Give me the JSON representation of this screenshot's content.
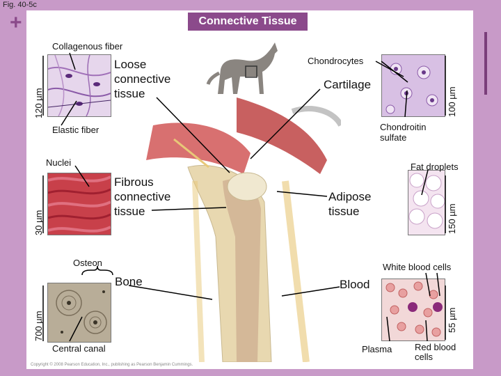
{
  "figure_label": "Fig. 40-5c",
  "plus_sign": "+",
  "title": "Connective Tissue",
  "loose": {
    "label_line1": "Loose",
    "label_line2": "connective",
    "label_line3": "tissue",
    "callout_top": "Collagenous fiber",
    "callout_bottom": "Elastic fiber",
    "scale": "120 µm"
  },
  "cartilage": {
    "label": "Cartilage",
    "callout_top": "Chondrocytes",
    "callout_bottom_line1": "Chondroitin",
    "callout_bottom_line2": "sulfate",
    "scale": "100 µm"
  },
  "fibrous": {
    "label_line1": "Fibrous",
    "label_line2": "connective",
    "label_line3": "tissue",
    "callout": "Nuclei",
    "scale": "30 µm"
  },
  "adipose": {
    "label_line1": "Adipose",
    "label_line2": "tissue",
    "callout": "Fat droplets",
    "scale": "150 µm"
  },
  "bone": {
    "label": "Bone",
    "callout_top": "Osteon",
    "callout_bottom": "Central canal",
    "scale": "700 µm"
  },
  "blood": {
    "label": "Blood",
    "callout_top": "White blood cells",
    "callout_plasma": "Plasma",
    "callout_rbc_line1": "Red blood",
    "callout_rbc_line2": "cells",
    "scale": "55 µm"
  },
  "copyright": "Copyright © 2008 Pearson Education, Inc., publishing as Pearson Benjamin Cummings.",
  "colors": {
    "background": "#c89ac8",
    "title_bar": "#8b4a8b",
    "panel": "#ffffff"
  }
}
